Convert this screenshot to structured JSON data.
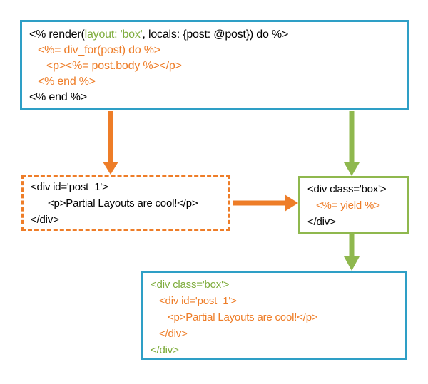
{
  "colors": {
    "blue_border": "#2E9FC6",
    "orange": "#EE7D28",
    "green_shape": "#8FB84E",
    "green_text": "#7EAC3C",
    "code_black": "#000000"
  },
  "boxes": {
    "template": {
      "lines": {
        "0": {
          "seg0": "<% render(",
          "seg1": "layout: 'box'",
          "seg2": ", locals: {post: @post}) do %>"
        },
        "1": {
          "text": "<%= div_for(post) do %>"
        },
        "2": {
          "text": "<p><%= post.body %></p>"
        },
        "3": {
          "text": "<% end %>"
        },
        "4": {
          "text": "<% end %>"
        }
      }
    },
    "partial": {
      "lines": {
        "0": {
          "text": "<div id='post_1'>"
        },
        "1": {
          "text": "<p>Partial Layouts are cool!</p>"
        },
        "2": {
          "text": "</div>"
        }
      }
    },
    "layout": {
      "lines": {
        "0": {
          "text": "<div class='box'>"
        },
        "1": {
          "text": "<%= yield %>"
        },
        "2": {
          "text": "</div>"
        }
      }
    },
    "output": {
      "lines": {
        "0": {
          "text": "<div class='box'>"
        },
        "1": {
          "text": "<div id='post_1'>"
        },
        "2": {
          "text": "<p>Partial Layouts are cool!</p>"
        },
        "3": {
          "text": "</div>"
        },
        "4": {
          "text": "</div>"
        }
      }
    }
  }
}
